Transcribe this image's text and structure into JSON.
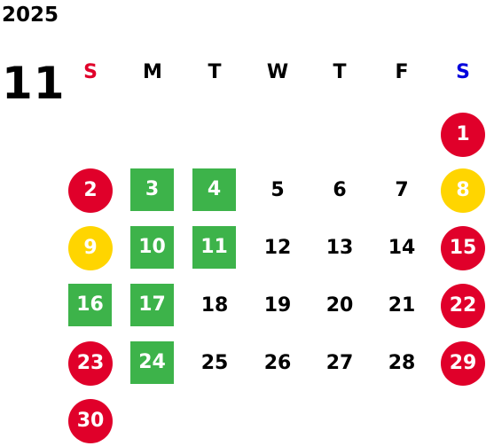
{
  "year": "2025",
  "month": "11",
  "weekdays": [
    {
      "label": "S",
      "color": "#e0002a"
    },
    {
      "label": "M",
      "color": "#000000"
    },
    {
      "label": "T",
      "color": "#000000"
    },
    {
      "label": "W",
      "color": "#000000"
    },
    {
      "label": "T",
      "color": "#000000"
    },
    {
      "label": "F",
      "color": "#000000"
    },
    {
      "label": "S",
      "color": "#0000dd"
    }
  ],
  "colors": {
    "holiday_red": "#e0002a",
    "saturday_yellow": "#ffd500",
    "highlight_green": "#3db34a",
    "normal_text": "#000000"
  },
  "days": [
    {
      "day": "1",
      "style": "circle-red"
    },
    {
      "day": "2",
      "style": "circle-red"
    },
    {
      "day": "3",
      "style": "square-green"
    },
    {
      "day": "4",
      "style": "square-green"
    },
    {
      "day": "5",
      "style": "plain"
    },
    {
      "day": "6",
      "style": "plain"
    },
    {
      "day": "7",
      "style": "plain"
    },
    {
      "day": "8",
      "style": "circle-yellow"
    },
    {
      "day": "9",
      "style": "circle-yellow"
    },
    {
      "day": "10",
      "style": "square-green"
    },
    {
      "day": "11",
      "style": "square-green"
    },
    {
      "day": "12",
      "style": "plain"
    },
    {
      "day": "13",
      "style": "plain"
    },
    {
      "day": "14",
      "style": "plain"
    },
    {
      "day": "15",
      "style": "circle-red"
    },
    {
      "day": "16",
      "style": "square-green"
    },
    {
      "day": "17",
      "style": "square-green"
    },
    {
      "day": "18",
      "style": "plain"
    },
    {
      "day": "19",
      "style": "plain"
    },
    {
      "day": "20",
      "style": "plain"
    },
    {
      "day": "21",
      "style": "plain"
    },
    {
      "day": "22",
      "style": "circle-red"
    },
    {
      "day": "23",
      "style": "circle-red"
    },
    {
      "day": "24",
      "style": "square-green"
    },
    {
      "day": "25",
      "style": "plain"
    },
    {
      "day": "26",
      "style": "plain"
    },
    {
      "day": "27",
      "style": "plain"
    },
    {
      "day": "28",
      "style": "plain"
    },
    {
      "day": "29",
      "style": "circle-red"
    },
    {
      "day": "30",
      "style": "circle-red"
    }
  ]
}
